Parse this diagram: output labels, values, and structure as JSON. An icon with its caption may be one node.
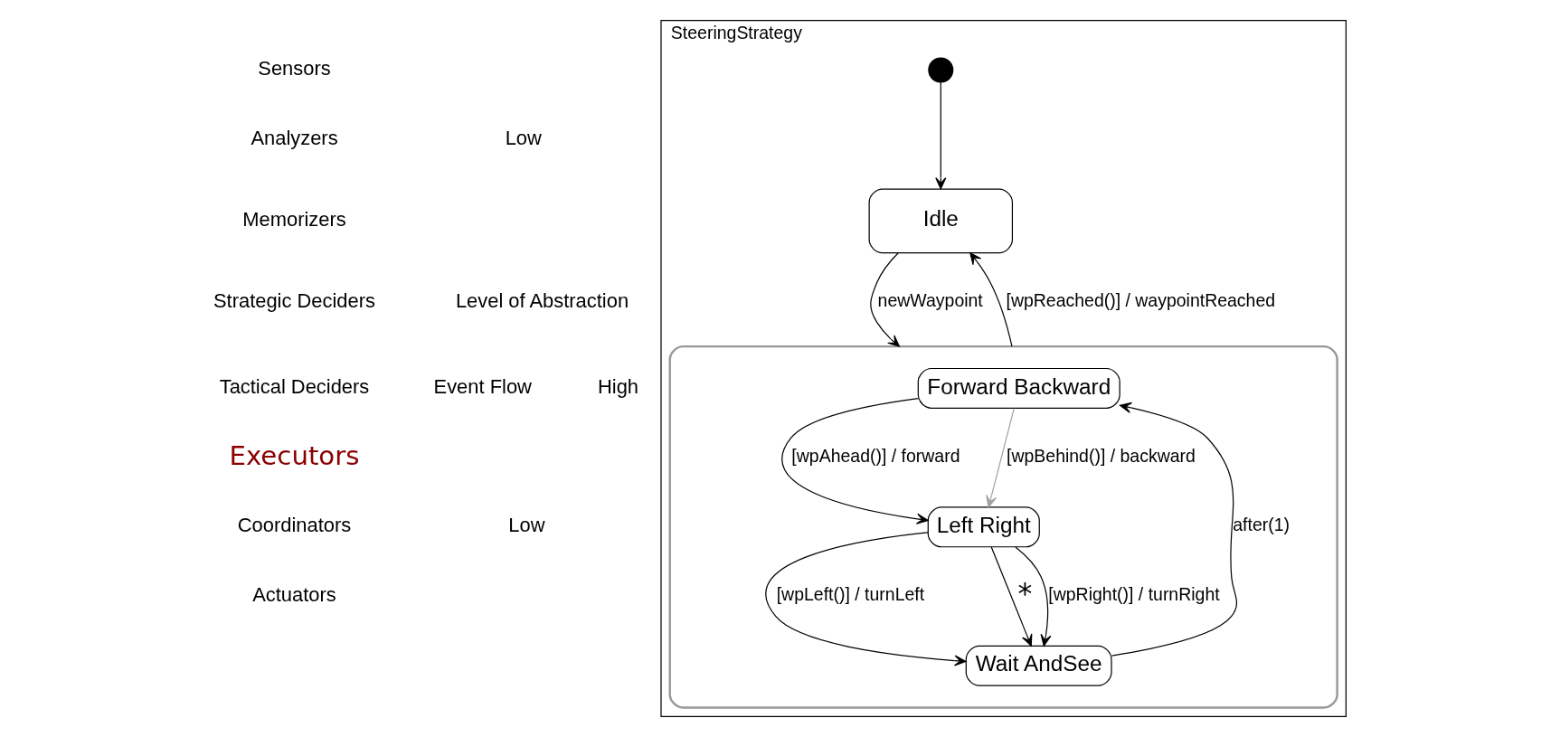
{
  "diagram": {
    "nodes": [
      {
        "text": [
          "SteeringStrategy"
        ]
      },
      {
        "text": [],
        "shape": "circle",
        "in": 0
      },
      {
        "text": [
          "Idle"
        ],
        "in": 0
      },
      {
        "text": [],
        "shape": "box",
        "in": 0
      },
      {
        "text": [
          "Forward Backward"
        ],
        "in": 3
      },
      {
        "text": [
          "Left Right"
        ],
        "in": 3
      },
      {
        "text": [
          "Wait AndSee"
        ],
        "in": 3
      }
    ],
    "edges": [
      {
        "from": 1,
        "to": 2,
        "arrow": "to"
      },
      {
        "from": 2,
        "to": 3,
        "arrow": "to",
        "label": "newWaypoint"
      },
      {
        "from": 3,
        "to": 2,
        "arrow": "to",
        "label": "[wpReached()] / waypointReached"
      },
      {
        "from": 4,
        "to": 5,
        "arrow": "to",
        "label": "[wpAhead()] / forward"
      },
      {
        "from": 4,
        "to": 5,
        "arrow": "to",
        "label": "[wpBehind()] / backward",
        "color": "#a0a0a0"
      },
      {
        "from": 5,
        "to": 6,
        "arrow": "to",
        "label": "[wpLeft()] / turnLeft"
      },
      {
        "from": 5,
        "to": 6,
        "arrow": "to",
        "label": "*"
      },
      {
        "from": 5,
        "to": 6,
        "arrow": "to",
        "label": "[wpRight()] / turnRight"
      },
      {
        "from": 6,
        "to": 4,
        "arrow": "to",
        "label": "after(1)"
      }
    ],
    "labels": [
      "Sensors",
      "Analyzers",
      "Memorizers",
      "Strategic Deciders",
      "Tactical Deciders",
      "Executors",
      "Coordinators",
      "Actuators",
      "Event Flow",
      "Low",
      "High",
      "Low",
      "Level of Abstraction"
    ]
  }
}
